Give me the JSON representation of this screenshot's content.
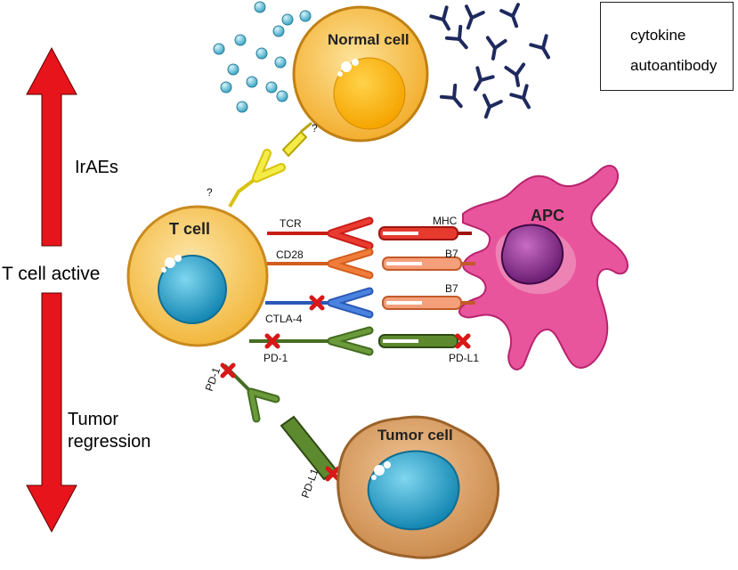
{
  "side_labels": {
    "irae": "IrAEs",
    "t_cell_active": "T cell active",
    "tumor_line1": "Tumor",
    "tumor_line2": "regression"
  },
  "legend": {
    "cytokine": "cytokine",
    "autoantibody": "autoantibody"
  },
  "cells": {
    "normal": "Normal cell",
    "t_cell": "T cell",
    "apc": "APC",
    "tumor": "Tumor cell"
  },
  "receptors": {
    "tcr": "TCR",
    "cd28": "CD28",
    "ctla4": "CTLA-4",
    "pd1": "PD-1",
    "pd1_lower": "PD-1"
  },
  "ligands": {
    "mhc": "MHC",
    "b7_top": "B7",
    "b7_bottom": "B7",
    "pdl1": "PD-L1",
    "pdl1_lower": "PD-L1"
  },
  "unknowns": {
    "q_upper": "?",
    "q_lower": "?"
  },
  "colors": {
    "arrow": "#e8141b",
    "t_cell_body": "#f7c65a",
    "normal_cell_body": "#f9bf45",
    "apc_body": "#e84a93",
    "tumor_body": "#d99a62",
    "nucleus_blue": "#1aa0c9",
    "tcr": "#d8231a",
    "cd28": "#e56b25",
    "ctla4": "#2d63c8",
    "pd1": "#4f7a2a",
    "unknown_receptor": "#f3e82e",
    "block_mark": "#e02020"
  }
}
